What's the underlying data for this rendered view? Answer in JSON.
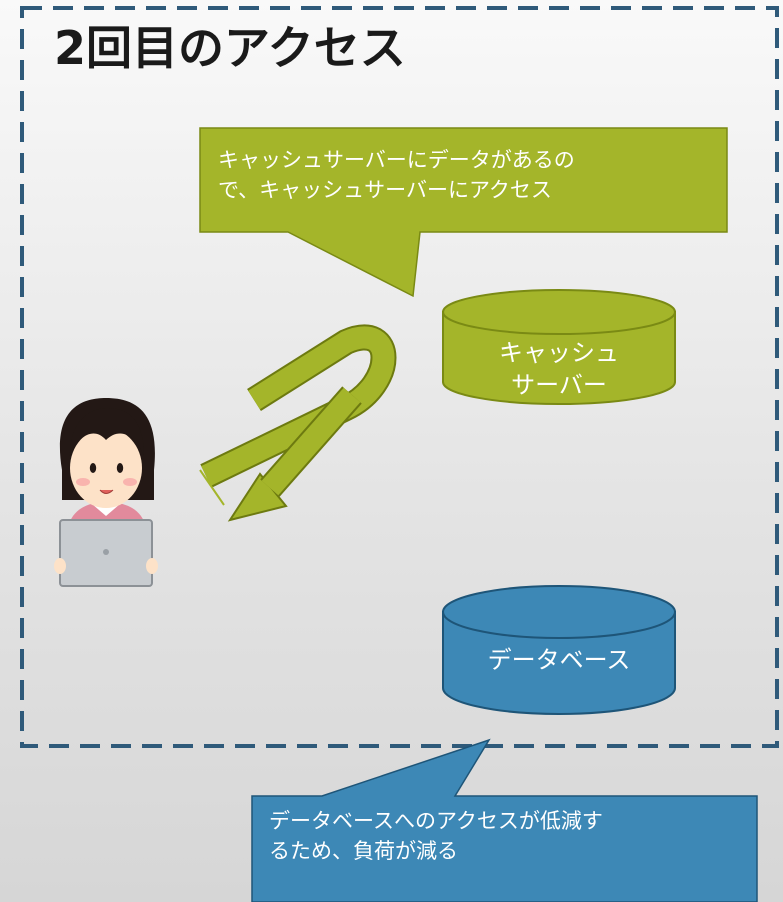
{
  "title": "2回目のアクセス",
  "cache_callout": {
    "lines": [
      "キャッシュサーバーにデータがあるの",
      "で、キャッシュサーバーにアクセス"
    ]
  },
  "cache_server": {
    "lines": [
      "キャッシュ",
      "サーバー"
    ]
  },
  "database": {
    "label": "データベース"
  },
  "db_callout": {
    "lines": [
      "データベースへのアクセスが低減す",
      "るため、負荷が減る"
    ]
  },
  "colors": {
    "boundary_dash": "#2f5a7a",
    "cache_green": "#a4b52a",
    "cache_green_dark": "#7a8a14",
    "db_blue": "#3d88b6",
    "db_blue_dark": "#1e5578",
    "arrow_green": "#a4b52a",
    "arrow_green_dark": "#6d7a10"
  },
  "icons": {
    "user": "woman-with-laptop-icon",
    "flow": "u-turn-arrow-icon"
  }
}
